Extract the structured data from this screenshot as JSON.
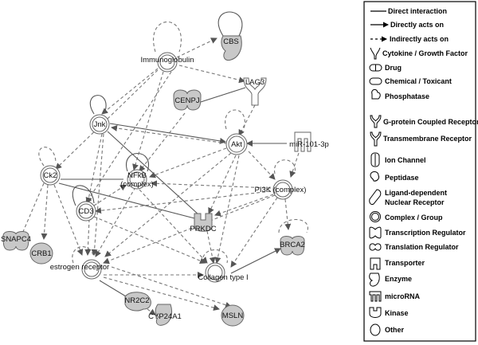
{
  "nodes": {
    "cbs": "CBS",
    "immunoglobulin": "Immunoglobulin",
    "lag3": "LAG3",
    "cenpj": "CENPJ",
    "jnk": "Jnk",
    "akt": "Akt",
    "mir": "miR-101-3p",
    "ck2": "Ck2",
    "nfkb_line1": "NFkB",
    "nfkb_line2": "(complex)",
    "pi3k": "PI3K (complex)",
    "snapc4": "SNAPC4",
    "cd3": "CD3",
    "prkdc": "PRKDC",
    "crb1": "CRB1",
    "estrogen": "estrogen receptor",
    "brca2": "BRCA2",
    "collagen": "Collagen type I",
    "nr2c2": "NR2C2",
    "cyp24a1": "CYP24A1",
    "msln": "MSLN"
  },
  "legend": {
    "direct_interaction": "Direct interaction",
    "directly_acts_on": "Directly acts on",
    "indirectly_acts_on": "Indirectly acts on",
    "cytokine": "Cytokine / Growth Factor",
    "drug": "Drug",
    "chemical": "Chemical / Toxicant",
    "phosphatase": "Phosphatase",
    "gpcr": "G-protein Coupled Receptor",
    "transmembrane": "Transmembrane Receptor",
    "ion_channel": "Ion Channel",
    "peptidase": "Peptidase",
    "ligand_line1": "Ligand-dependent",
    "ligand_line2": "Nuclear Receptor",
    "complex": "Complex / Group",
    "transcription": "Transcription Regulator",
    "translation": "Translation Regulator",
    "transporter": "Transporter",
    "enzyme": "Enzyme",
    "microrna": "microRNA",
    "kinase": "Kinase",
    "other": "Other"
  },
  "colors": {
    "node_fill": "#c8c8c8",
    "edge": "#666666"
  }
}
